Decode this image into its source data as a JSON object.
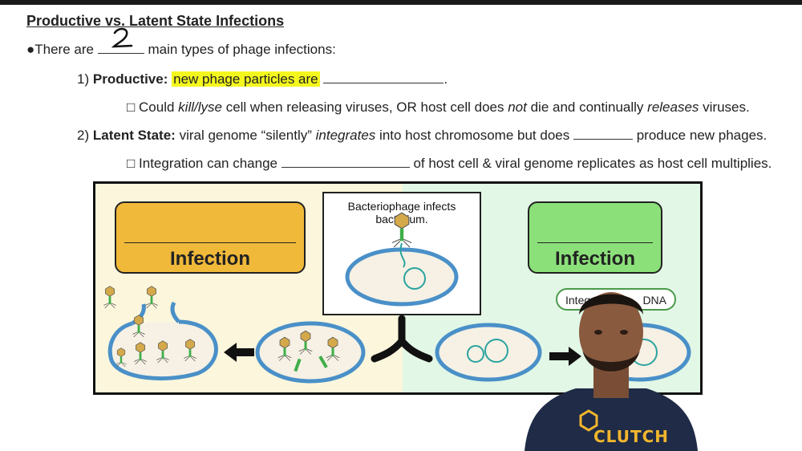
{
  "title": "Productive vs. Latent State Infections",
  "line1": {
    "prefix": "●There are",
    "answer": "2",
    "suffix": "main types of phage infections:"
  },
  "line2": {
    "num": "1)",
    "term": "Productive:",
    "highlighted": "new phage particles are",
    "end": "."
  },
  "line3": {
    "checkbox": "□",
    "a": "Could",
    "b": "kill/lyse",
    "c": "cell when releasing viruses, OR host cell does",
    "d": "not",
    "e": "die and continually",
    "f": "releases",
    "g": "viruses."
  },
  "line4": {
    "num": "2)",
    "term": "Latent State:",
    "a": "viral genome “silently”",
    "b": "integrates",
    "c": "into host chromosome but does",
    "d": "produce new phages."
  },
  "line5": {
    "checkbox": "□",
    "a": "Integration can change",
    "b": "of host cell & viral genome replicates as host cell multiplies."
  },
  "figure": {
    "left_box_label": "Infection",
    "right_box_label": "Infection",
    "caption": "Bacteriophage infects bacterium.",
    "pill_left": "Integr",
    "pill_right": "DNA",
    "colors": {
      "left_panel": "#fbf6dc",
      "right_panel": "#e2f7e6",
      "left_box": "#f0b93a",
      "right_box": "#8be07a"
    }
  },
  "presenter": {
    "shirt_text": "CLUTCH"
  }
}
